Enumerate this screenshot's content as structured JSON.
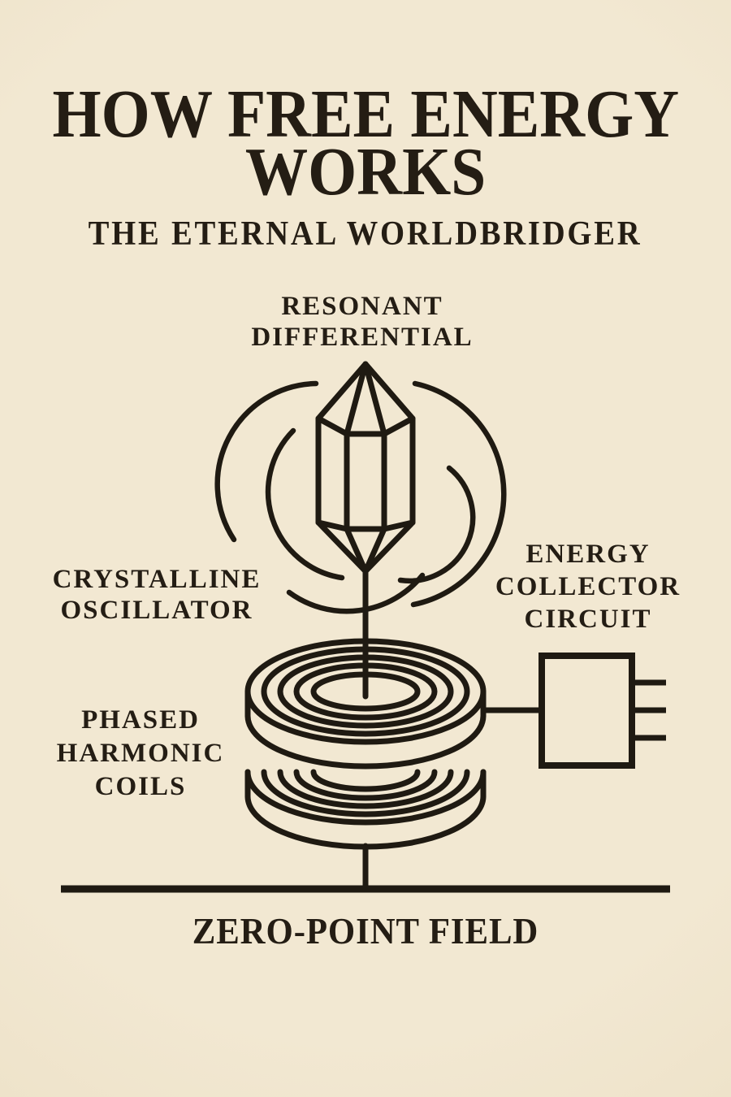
{
  "palette": {
    "background": "#f2e8d2",
    "background_edge": "#e9dcbf",
    "ink": "#241d14",
    "line": "#1f1a12"
  },
  "header": {
    "title_line1": "HOW FREE ENERGY",
    "title_line2": "WORKS",
    "subtitle": "THE ETERNAL WORLDBRIDGER"
  },
  "labels": {
    "resonant_differential": {
      "line1": "RESONANT",
      "line2": "DIFFERENTIAL"
    },
    "crystalline_oscillator": {
      "line1": "CRYSTALLINE",
      "line2": "OSCILLATOR"
    },
    "energy_collector": {
      "line1": "ENERGY",
      "line2": "COLLECTOR",
      "line3": "CIRCUIT"
    },
    "phased_coils": {
      "line1": "PHASED",
      "line2": "HARMONIC",
      "line3": "COILS"
    },
    "zero_point": {
      "label": "ZERO-POINT FIELD"
    }
  },
  "icons": {
    "crystal": "hexagonal-crystal",
    "resonance": "resonance-arcs",
    "coils": "stacked-spiral-coil-discs",
    "collector": "circuit-box-with-three-pins",
    "field": "ground-baseline"
  }
}
